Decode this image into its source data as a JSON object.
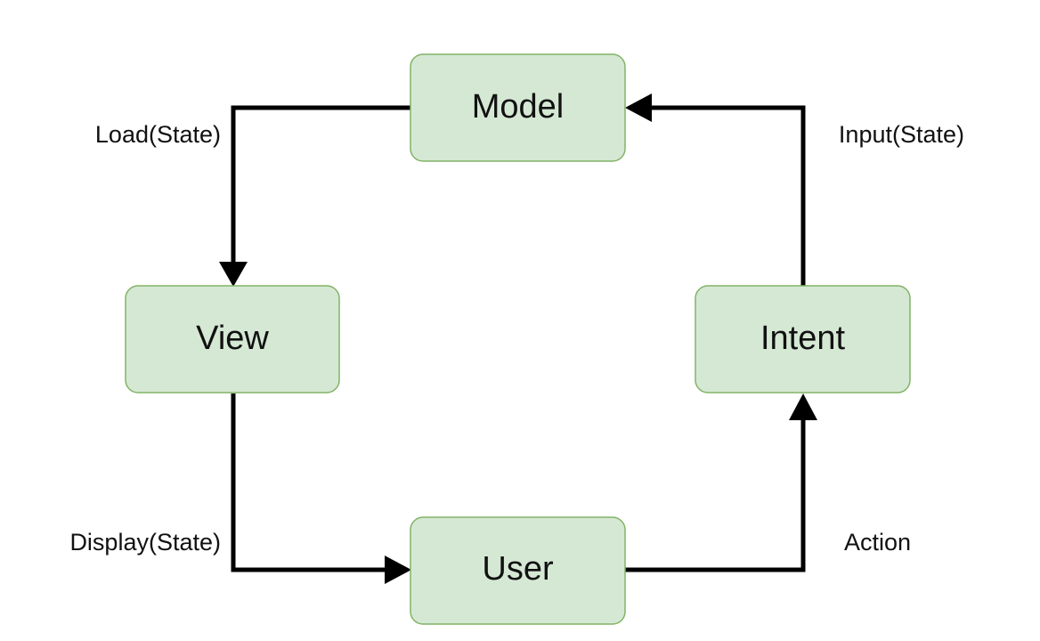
{
  "colors": {
    "node_fill": "#d5e8d4",
    "node_stroke": "#82b366",
    "edge": "#000000",
    "background": "#ffffff"
  },
  "nodes": {
    "model": {
      "label": "Model"
    },
    "view": {
      "label": "View"
    },
    "intent": {
      "label": "Intent"
    },
    "user": {
      "label": "User"
    }
  },
  "edges": {
    "model_to_view": {
      "label": "Load(State)"
    },
    "view_to_user": {
      "label": "Display(State)"
    },
    "user_to_intent": {
      "label": "Action"
    },
    "intent_to_model": {
      "label": "Input(State)"
    }
  }
}
